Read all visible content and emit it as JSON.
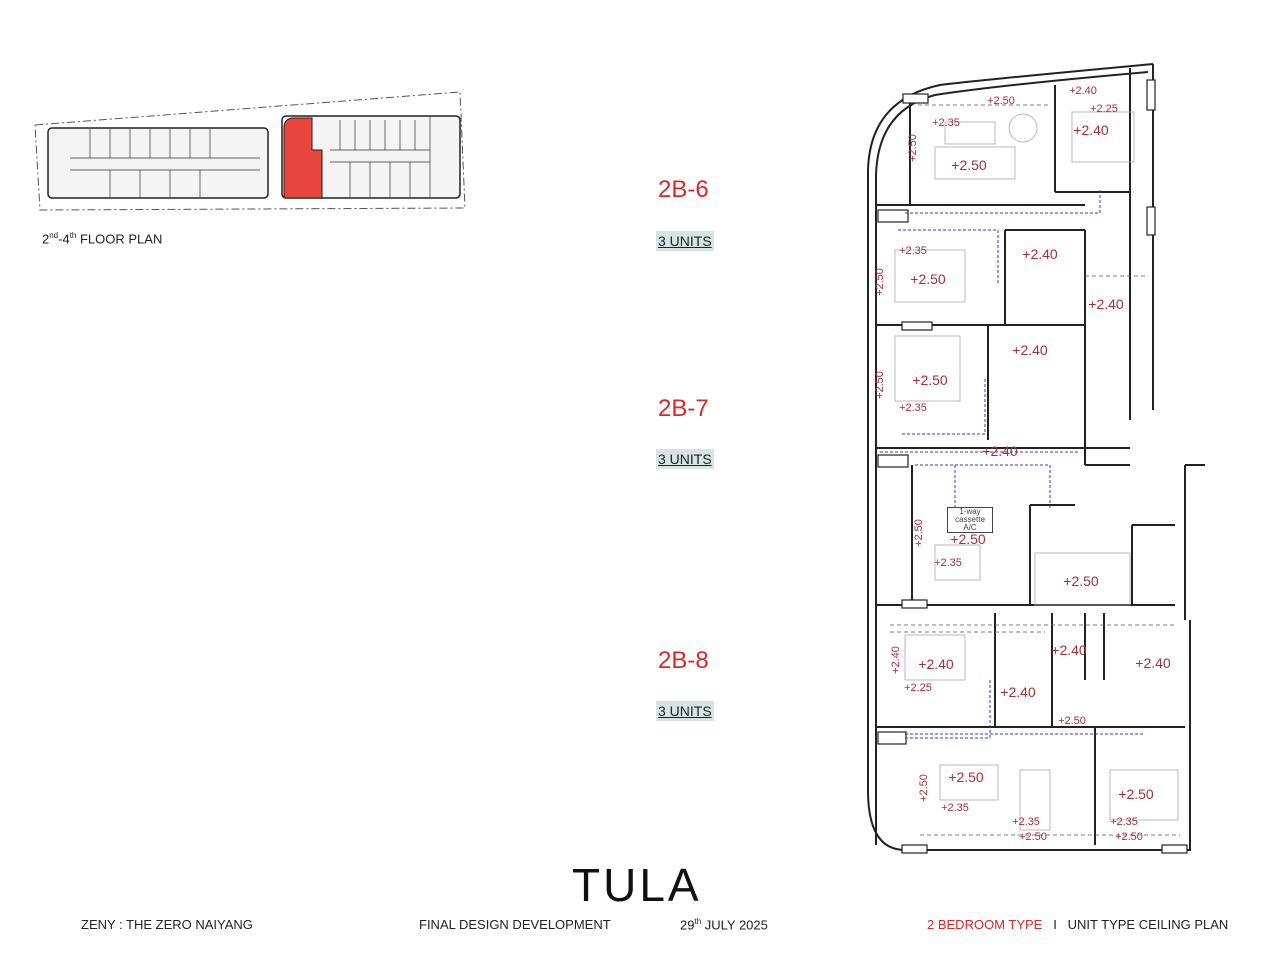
{
  "key_plan": {
    "title_ord1": "2",
    "title_sup1": "nd",
    "title_mid": "-4",
    "title_sup2": "th",
    "title_rest": " FLOOR PLAN",
    "highlight_color": "#e8463c"
  },
  "units": [
    {
      "name": "2B-6",
      "count": "3 UNITS"
    },
    {
      "name": "2B-7",
      "count": "3 UNITS"
    },
    {
      "name": "2B-8",
      "count": "3 UNITS"
    }
  ],
  "levels": [
    "+2.50",
    "+2.40",
    "+2.25",
    "+2.35",
    "+2.40",
    "+2.50",
    "+2.50",
    "+2.35",
    "+2.50",
    "+2.40",
    "+2.40",
    "+2.50",
    "+2.40",
    "+2.50",
    "+2.35",
    "+2.50",
    "+2.40",
    "+2.50",
    "+2.50",
    "+2.35",
    "+2.50",
    "+2.40",
    "+2.40",
    "+2.25",
    "+2.40",
    "+2.40",
    "+2.40",
    "+2.50",
    "+2.50",
    "+2.50",
    "+2.35",
    "+2.35",
    "+2.50",
    "+2.50",
    "+2.35",
    "+2.50"
  ],
  "ac_label": {
    "line1": "1-way",
    "line2": "cassette",
    "line3": "A/C"
  },
  "logo": "TULA",
  "footer": {
    "project": "ZENY :  THE ZERO NAIYANG",
    "stage": "FINAL DESIGN DEVELOPMENT",
    "date_day": "29",
    "date_sup": "th",
    "date_rest": " JULY 2025",
    "type": "2 BEDROOM TYPE",
    "separator": "I",
    "sheet": "UNIT TYPE CEILING PLAN"
  },
  "colors": {
    "accent_red": "#d42a2a",
    "level_text": "#a3303a",
    "badge_bg": "#d6e4e4",
    "duct_blue": "#3a3ad0"
  }
}
